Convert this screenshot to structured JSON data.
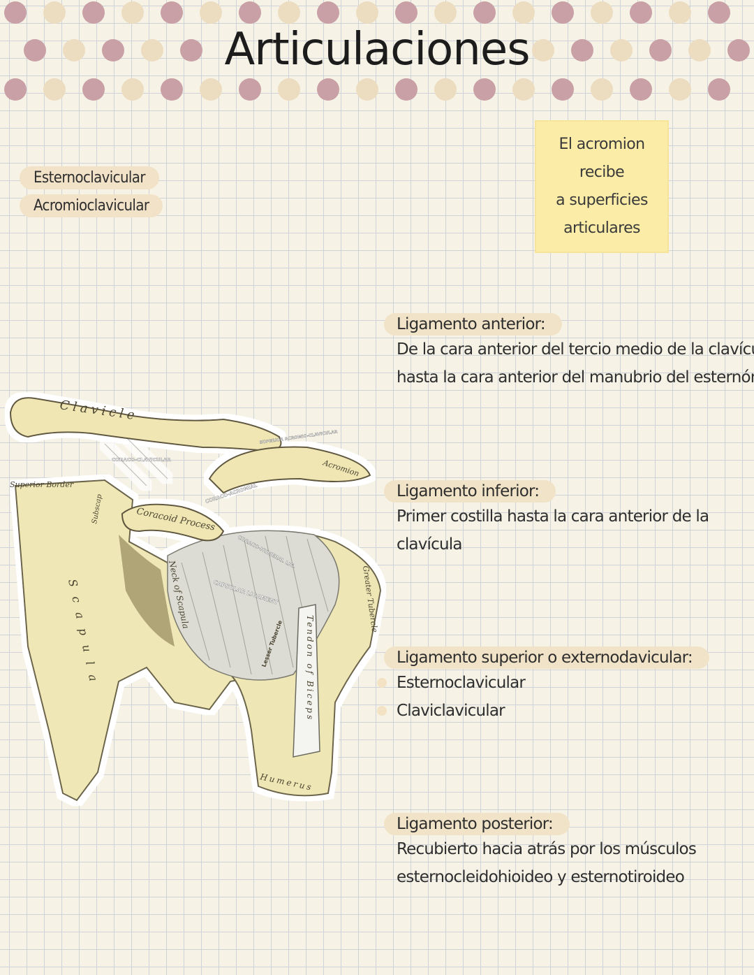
{
  "title": "Articulaciones",
  "colors": {
    "pink": "#c9a0a6",
    "cream": "#ecdcc0",
    "grid": "#cfd2d6",
    "note": "#fbeca8",
    "highlight": "#f1e3c7"
  },
  "types": [
    "Esternoclavicular",
    "Acromioclavicular"
  ],
  "note": [
    "El acromion recibe",
    "a superficies",
    "articulares"
  ],
  "ligaments": [
    {
      "heading": "Ligamento anterior:",
      "lines": [
        "De la cara anterior del tercio medio de la clavícula",
        "hasta la cara anterior del manubrio del esternón"
      ]
    },
    {
      "heading": "Ligamento inferior:",
      "lines": [
        "Primer costilla hasta la cara anterior de la",
        "clavícula"
      ]
    },
    {
      "heading": "Ligamento superior o externodavicular:",
      "bullets": [
        "Esternoclavicular",
        "Claviclavicular"
      ]
    },
    {
      "heading": "Ligamento posterior:",
      "lines": [
        "Recubierto hacia atrás por los músculos",
        "esternocleidohioideo y esternotiroideo"
      ]
    }
  ],
  "illustration_labels": {
    "clavicle": "Clavicle",
    "superior_border": "Superior Border",
    "scapula": "Scapula",
    "coracoid": "Coracoid Process",
    "acromion": "Acromion",
    "neck_scapula": "Neck of Scapula",
    "greater_tubercle": "Greater Tubercle",
    "tendon_biceps": "Tendon of Biceps",
    "humerus": "Humerus",
    "subscap": "Subscap",
    "capsular": "CAPSULAR LIGAMENT",
    "coraco_humeral": "CORACO-HUMERAL LIG.",
    "coraco_acromial": "CORACO-ACROMIAL",
    "coraco_clavicular": "CORACO-CLAVICULAR",
    "sup_acromio": "SUPERIOR ACROMIO-CLAVICULAR",
    "lesser_tubercle": "Lesser Tubercle"
  }
}
